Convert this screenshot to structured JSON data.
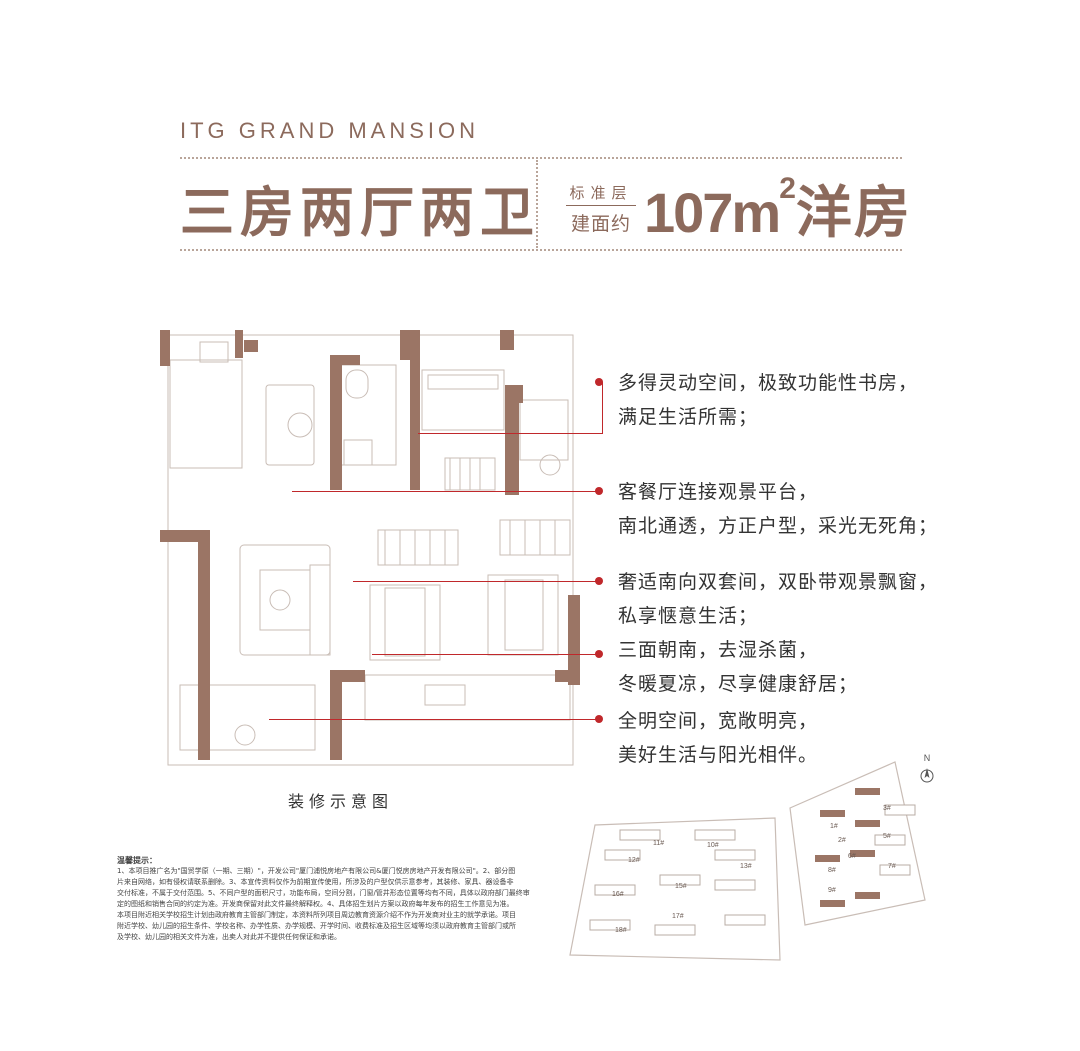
{
  "header": {
    "brand": "ITG GRAND MANSION",
    "layout_title": "三房两厅两卫",
    "floor_label": "标准层",
    "area_label": "建面约",
    "area_number": "107m",
    "area_sup": "2",
    "area_type": "洋房"
  },
  "plan": {
    "caption": "装修示意图"
  },
  "features": [
    {
      "line1": "多得灵动空间，极致功能性书房，",
      "line2": "满足生活所需；"
    },
    {
      "line1": "客餐厅连接观景平台，",
      "line2": "南北通透，方正户型，采光无死角；"
    },
    {
      "line1": "奢适南向双套间，双卧带观景飘窗，",
      "line2": "私享惬意生活；"
    },
    {
      "line1": "三面朝南，去湿杀菌，",
      "line2": "冬暖夏凉，尽享健康舒居；"
    },
    {
      "line1": "全明空间，宽敞明亮，",
      "line2": "美好生活与阳光相伴。"
    }
  ],
  "site": {
    "north": "N",
    "buildings": [
      "1#",
      "2#",
      "3#",
      "5#",
      "6#",
      "7#",
      "8#",
      "9#",
      "10#",
      "11#",
      "12#",
      "13#",
      "15#",
      "16#",
      "17#",
      "18#"
    ]
  },
  "notes": {
    "title": "温馨提示：",
    "line1": "1、本项目推广名为\"国贸学原（一期、三期）\"，开发公司\"厦门浦悦房地产有限公司&厦门悦房房地产开发有限公司\"。2、部分图",
    "line2": "片来自网络，如有侵权请联系删除。3、本宣传资料仅作为前期宣传使用，所涉及的户型仅供示意参考，其装修、家具、器设备非",
    "line3": "交付标准，不属于交付范围。5、不同户型的面积尺寸，功能布局，空间分割，门窗/管井形态位置等均有不同，具体以政府部门最终审",
    "line4": "定的图纸和销售合同的约定为准。开发商保留对此文件最终解释权。4、具体招生划片方案以政府每年发布的招生工作意见为准。",
    "line5": "本项目附近相关学校招生计划由政府教育主管部门制定，本资料所列项目周边教育资源介绍不作为开发商对业主的就学承诺。项目",
    "line6": "附近学校、幼儿园的招生条件、学校名称、办学性质、办学规模、开学时间、收费标准及招生区域等均须以政府教育主管部门或所",
    "line7": "及学校、幼儿园的相关文件为准，出卖人对此并不提供任何保证和承诺。"
  },
  "colors": {
    "brand": "#8c6a5c",
    "wall": "#9b7565",
    "accent_red": "#c0282b",
    "line_art": "#c9bdb6"
  }
}
